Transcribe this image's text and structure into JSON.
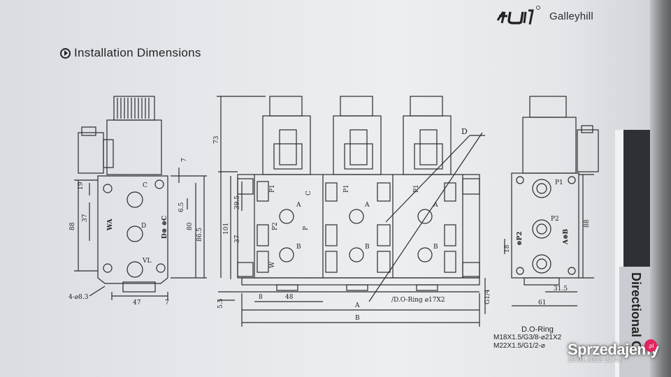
{
  "header": {
    "brand_name": "Galleyhill",
    "registered_mark": "®",
    "section_title": "Installation Dimensions"
  },
  "drawing": {
    "left_view": {
      "dimensions": [
        "19",
        "37",
        "88",
        "7",
        "6.5",
        "80",
        "86.5",
        "47",
        "7",
        "4-⌀8.3"
      ],
      "port_labels": [
        "C",
        "D",
        "VL",
        "WA",
        "D⊕ ⊕C"
      ]
    },
    "front_view": {
      "dimensions": [
        "73",
        "39.5",
        "101",
        "37",
        "8",
        "48",
        "5.5",
        "A",
        "B",
        "G1/4"
      ],
      "port_labels": [
        "P1",
        "A",
        "C",
        "P",
        "P2",
        "B",
        "W",
        "D"
      ],
      "o_ring_callout": "/D.O-Ring ⌀17X2",
      "leader_label": "D"
    },
    "right_view": {
      "dimensions": [
        "88",
        "31.5",
        "61",
        "18"
      ],
      "port_labels": [
        "P1",
        "P2",
        "A⊕B",
        "⊕P2"
      ]
    }
  },
  "oring_table": {
    "title": "D.O-Ring",
    "rows": [
      "M18X1.5/G3/8-⌀21X2",
      "M22X1.5/G1/2-⌀"
    ]
  },
  "side_banner": {
    "text": "Directional C"
  },
  "watermark": {
    "text": "Sprzedajemy",
    "badge": ".pl",
    "stamp": "19.01.2023  21:41"
  },
  "colors": {
    "ink": "#222222",
    "paper": "#e6e8ec",
    "banner_dark": "#2d3135",
    "watermark_badge": "#e0245e"
  }
}
